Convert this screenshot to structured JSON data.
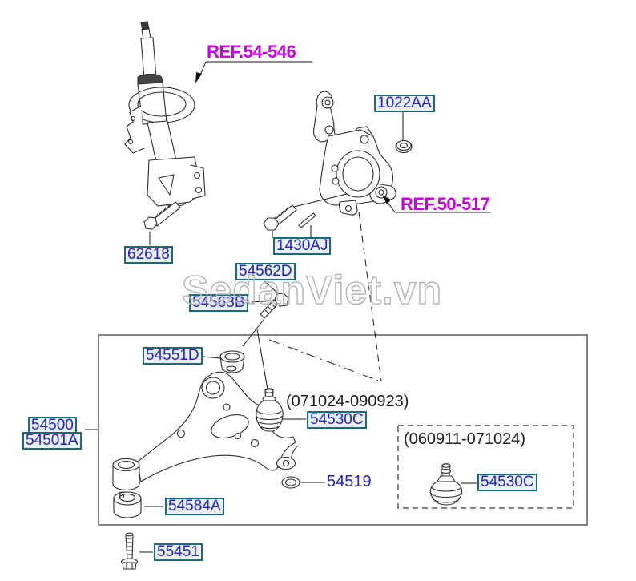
{
  "watermark_text": "SedanViet.vn",
  "colors": {
    "part_number_text": "#2222cc",
    "label_box_border": "#176b7d",
    "label_box_fill": "#e9eff2",
    "ref_label_text": "#cc00e6",
    "line_art": "#2b2b2b"
  },
  "ref_labels": {
    "strut": "REF.54-546",
    "knuckle": "REF.50-517"
  },
  "part_labels": {
    "strut_bolt": "62618",
    "knuckle_nut": "1022AA",
    "knuckle_bolt": "1430AJ",
    "arm_bolt_upper": "54562D",
    "arm_bolt_lower": "54563B",
    "arm_front_bushing": "54551D",
    "arm_assembly": "54500",
    "arm_assembly_alt": "54501A",
    "ball_joint": "54530C",
    "washer": "54519",
    "arm_rear_bushing": "54584A",
    "arm_mount_bolt": "55451"
  },
  "date_ranges": {
    "ball_joint_late": "(071024-090923)",
    "ball_joint_early": "(060911-071024)"
  }
}
